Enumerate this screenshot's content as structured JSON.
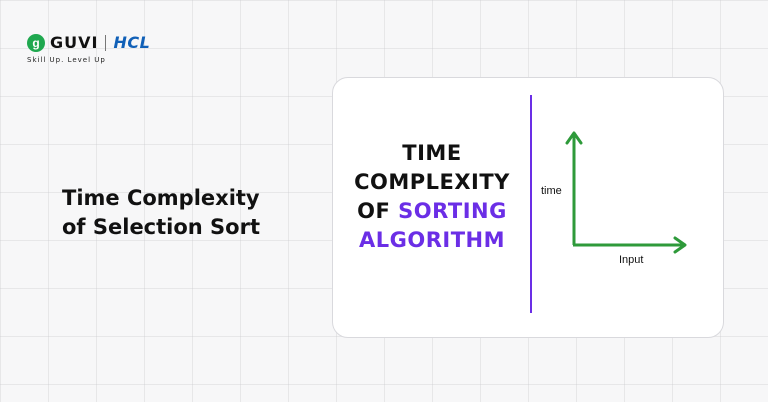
{
  "logo": {
    "badge_glyph": "g",
    "brand": "GUVI",
    "partner": "HCL",
    "tagline": "Skill Up. Level Up",
    "colors": {
      "guvi_green": "#1fa84f",
      "hcl_blue": "#1160b7"
    }
  },
  "headline": {
    "line1": "Time Complexity",
    "line2": "of Selection Sort"
  },
  "card": {
    "title_line1": "TIME",
    "title_line2": "COMPLEXITY",
    "title_line3_prefix": "OF",
    "title_line3_accent": "SORTING",
    "title_line4_accent": "ALGORITHM",
    "accent_color": "#6b2ee6",
    "graph": {
      "y_axis_label": "time",
      "x_axis_label": "Input",
      "axis_color": "#2e9a3a"
    }
  }
}
